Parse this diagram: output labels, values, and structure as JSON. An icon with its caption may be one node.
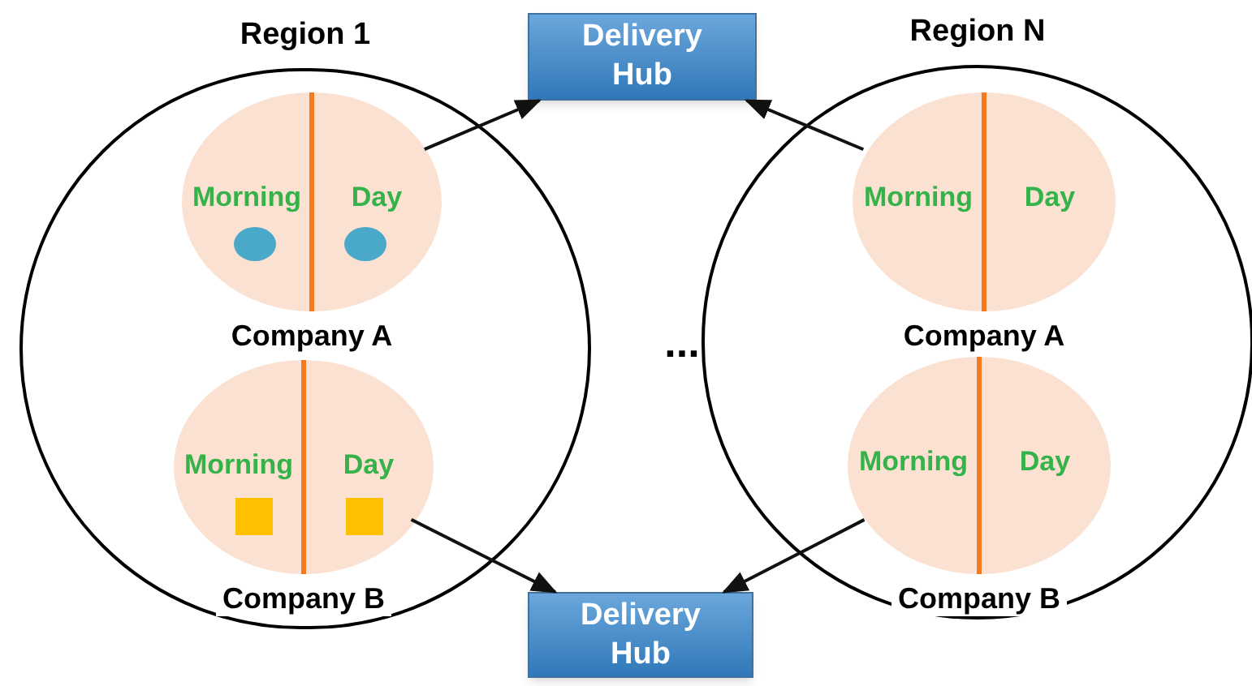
{
  "diagram": {
    "nodes": [
      {
        "text": [
          "Region 1"
        ]
      },
      {
        "text": [
          "Morning",
          "Day"
        ],
        "beside": [
          "Company A"
        ],
        "in": 0
      },
      {
        "text": [],
        "shape": "circle",
        "in": 1
      },
      {
        "text": [],
        "shape": "circle",
        "in": 1
      },
      {
        "text": [
          "Morning",
          "Day"
        ],
        "beside": [
          "Company B"
        ],
        "in": 0
      },
      {
        "text": [],
        "shape": "box",
        "in": 4
      },
      {
        "text": [],
        "shape": "box",
        "in": 4
      },
      {
        "text": [
          "Delivery Hub"
        ]
      },
      {
        "text": [
          "Region N"
        ]
      },
      {
        "text": [
          "Morning",
          "Day"
        ],
        "beside": [
          "Company A"
        ],
        "in": 8
      },
      {
        "text": [
          "Morning",
          "Day"
        ],
        "beside": [
          "Company B"
        ],
        "in": 8
      },
      {
        "text": [
          "Delivery Hub"
        ]
      }
    ],
    "edges": [
      {
        "from": 1,
        "to": 7,
        "arrow": "to"
      },
      {
        "from": 9,
        "to": 7,
        "arrow": "to"
      },
      {
        "from": 4,
        "to": 11,
        "arrow": "to"
      },
      {
        "from": 10,
        "to": 11,
        "arrow": "to"
      }
    ],
    "labels": [
      "..."
    ]
  }
}
